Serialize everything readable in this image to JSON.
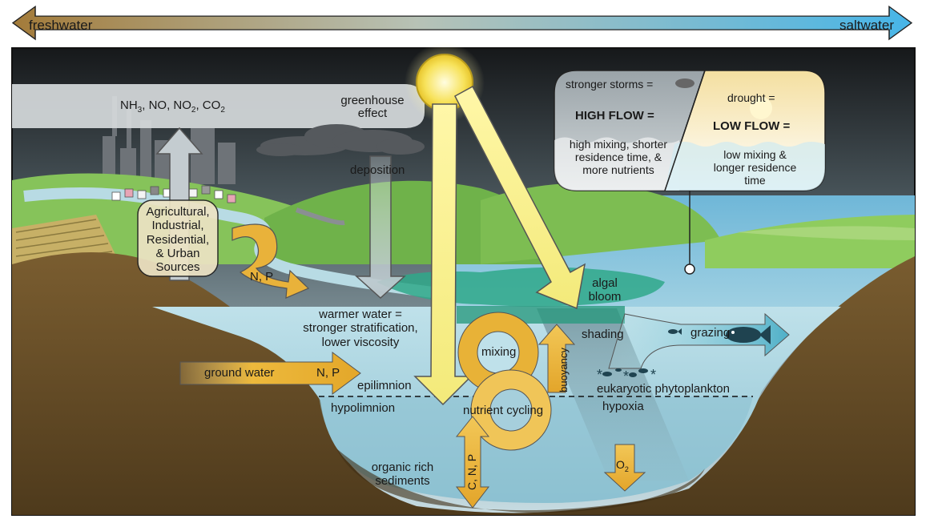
{
  "gradient_bar": {
    "left_label": "freshwater",
    "right_label": "saltwater",
    "left_color": "#a07a3c",
    "right_color": "#4ab6e8"
  },
  "pollutants": {
    "nh": "NH",
    "nh_sub": "3",
    "no": ", NO, NO",
    "no_sub": "2",
    "co": ", CO",
    "co_sub": "2"
  },
  "greenhouse": {
    "line1": "greenhouse",
    "line2": "effect"
  },
  "deposition": "deposition",
  "sources_box": {
    "line1": "Agricultural,",
    "line2": "Industrial,",
    "line3": "Residential,",
    "line4": "& Urban",
    "line5": "Sources"
  },
  "np_runoff": "N, P",
  "high_flow_panel": {
    "header": "stronger storms =",
    "title": "HIGH FLOW =",
    "line1": "high mixing, shorter",
    "line2": "residence time, &",
    "line3": "more nutrients"
  },
  "low_flow_panel": {
    "header": "drought =",
    "title": "LOW FLOW =",
    "line1": "low mixing &",
    "line2": "longer residence",
    "line3": "time"
  },
  "algal_bloom": {
    "line1": "algal",
    "line2": "bloom"
  },
  "warmer_water": {
    "line1": "warmer water =",
    "line2": "stronger stratification,",
    "line3": "lower viscosity"
  },
  "mixing": "mixing",
  "buoyancy": "buoyancy",
  "shading": "shading",
  "grazing": "grazing",
  "ground_water": "ground water",
  "ground_water_np": "N, P",
  "epilimnion": "epilimnion",
  "hypolimnion": "hypolimnion",
  "eukaryotic": "eukaryotic phytoplankton",
  "nutrient_cycling": "nutrient cycling",
  "hypoxia": "hypoxia",
  "sediments": {
    "line1": "organic rich",
    "line2": "sediments"
  },
  "cnp": "C, N, P",
  "o2": "O",
  "o2_sub": "2",
  "colors": {
    "sky_dark": "#1c1f22",
    "water": "#a9d3df",
    "land_green": "#7fbf4e",
    "sediment": "#6b5029",
    "arrow_gold": "#e8b237",
    "algae": "#2fa88a"
  }
}
